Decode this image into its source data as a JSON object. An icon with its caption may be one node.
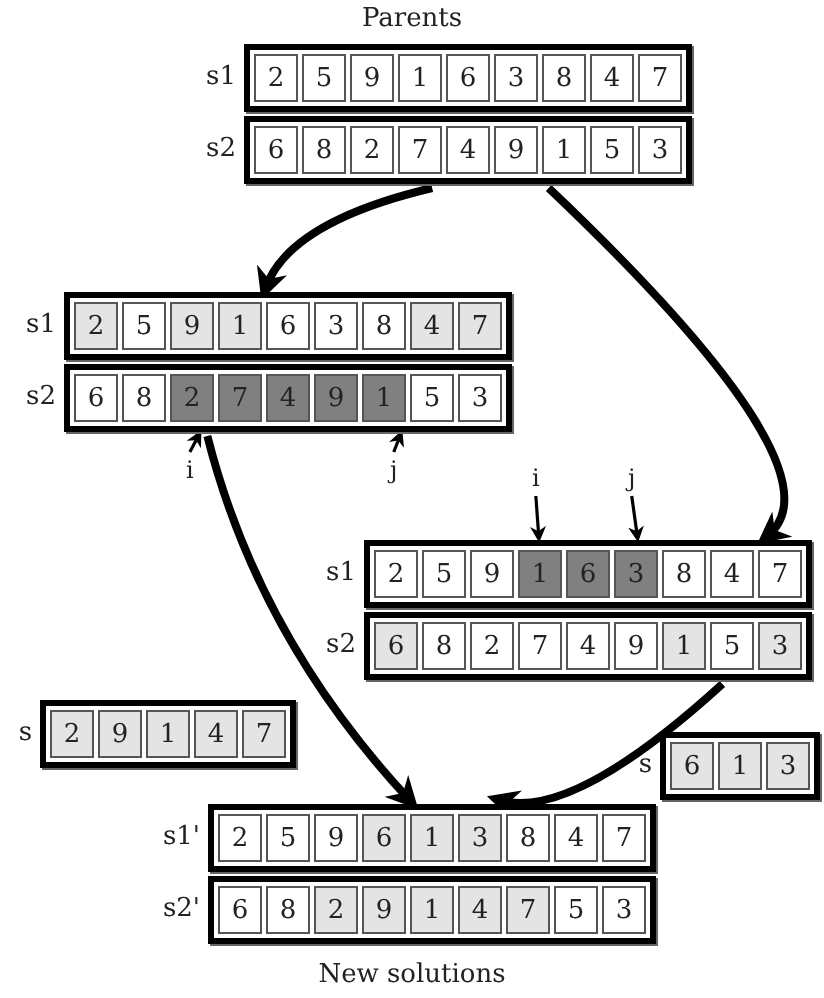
{
  "diagram": {
    "title": "Parents",
    "caption": "New solutions",
    "nodes": [
      {
        "text": [
          "2",
          "5",
          "9",
          "1",
          "6",
          "3",
          "8",
          "4",
          "7"
        ],
        "beside": [
          "s1"
        ]
      },
      {
        "text": [
          "6",
          "8",
          "2",
          "7",
          "4",
          "9",
          "1",
          "5",
          "3"
        ],
        "beside": [
          "s2"
        ]
      },
      {
        "text": [
          "2",
          "5",
          "9",
          "1",
          "6",
          "3",
          "8",
          "4",
          "7"
        ],
        "beside": [
          "s1"
        ]
      },
      {
        "text": [
          "6",
          "8",
          "2",
          "7",
          "4",
          "9",
          "1",
          "5",
          "3"
        ],
        "beside": [
          "s2"
        ]
      },
      {
        "text": [
          "i"
        ]
      },
      {
        "text": [
          "j"
        ]
      },
      {
        "text": [
          "i"
        ]
      },
      {
        "text": [
          "j"
        ]
      },
      {
        "text": [
          "2",
          "5",
          "9",
          "1",
          "6",
          "3",
          "8",
          "4",
          "7"
        ],
        "beside": [
          "s1"
        ]
      },
      {
        "text": [
          "6",
          "8",
          "2",
          "7",
          "4",
          "9",
          "1",
          "5",
          "3"
        ],
        "beside": [
          "s2"
        ]
      },
      {
        "text": [
          "2",
          "9",
          "1",
          "4",
          "7"
        ],
        "beside": [
          "s"
        ]
      },
      {
        "text": [
          "6",
          "1",
          "3"
        ],
        "beside": [
          "s"
        ]
      },
      {
        "text": [
          "2",
          "5",
          "9",
          "6",
          "1",
          "3",
          "8",
          "4",
          "7"
        ],
        "beside": [
          "s1'"
        ]
      },
      {
        "text": [
          "6",
          "8",
          "2",
          "9",
          "1",
          "4",
          "7",
          "5",
          "3"
        ],
        "beside": [
          "s2'"
        ]
      }
    ],
    "edges": [
      {
        "from": 1,
        "to": 2,
        "arrow": "to",
        "style": "thick"
      },
      {
        "from": 1,
        "to": 8,
        "arrow": "to",
        "style": "thick"
      },
      {
        "from": 4,
        "to": 3,
        "arrow": "to"
      },
      {
        "from": 5,
        "to": 3,
        "arrow": "to"
      },
      {
        "from": 6,
        "to": 8,
        "arrow": "to"
      },
      {
        "from": 7,
        "to": 8,
        "arrow": "to"
      },
      {
        "from": 3,
        "to": 12,
        "arrow": "to",
        "style": "thick"
      },
      {
        "from": 9,
        "to": 12,
        "arrow": "to",
        "style": "thick"
      }
    ]
  }
}
